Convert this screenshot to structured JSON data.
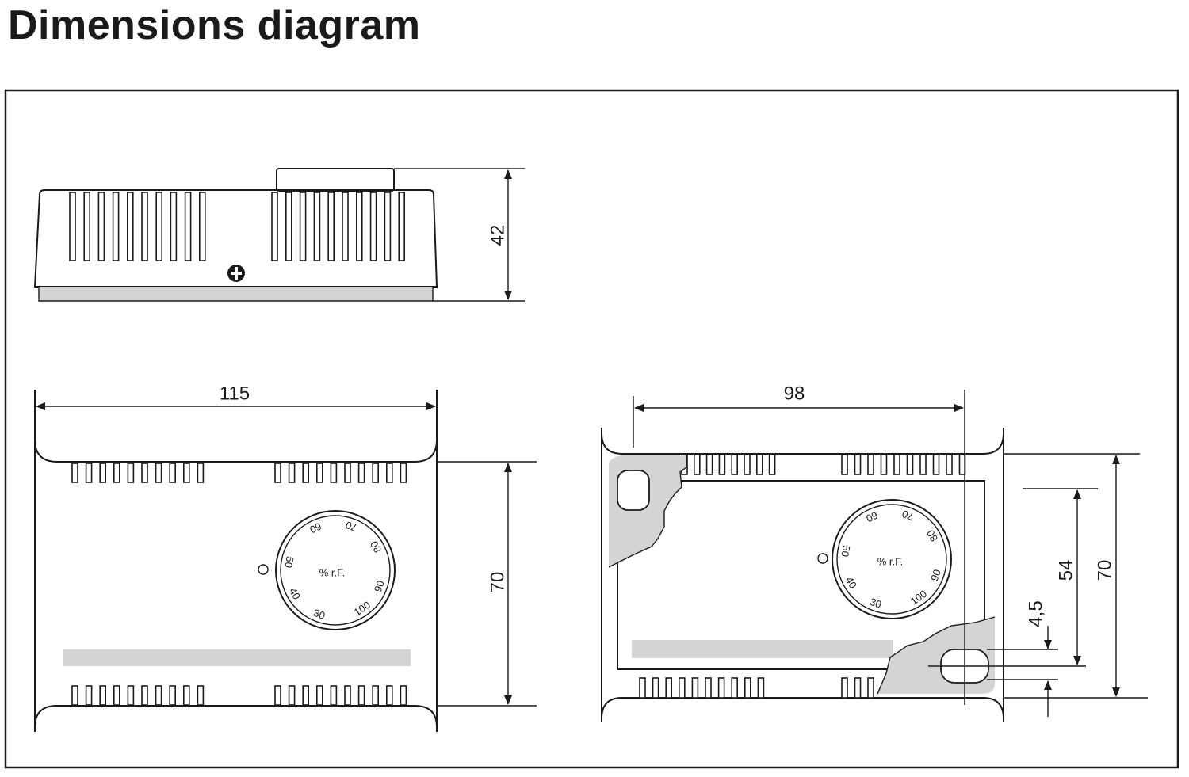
{
  "title": "Dimensions diagram",
  "dimensions": {
    "side_height": "42",
    "front_width": "115",
    "front_height": "70",
    "rear_width": "98",
    "rear_height": "70",
    "rear_hole_spacing": "54",
    "rear_hole_size": "4,5"
  },
  "dial": {
    "unit_label": "% r.F.",
    "scale": [
      "30",
      "40",
      "50",
      "60",
      "70",
      "80",
      "90",
      "100"
    ]
  },
  "colors": {
    "line": "#1a1a1a",
    "shade": "#d4d4d4"
  }
}
